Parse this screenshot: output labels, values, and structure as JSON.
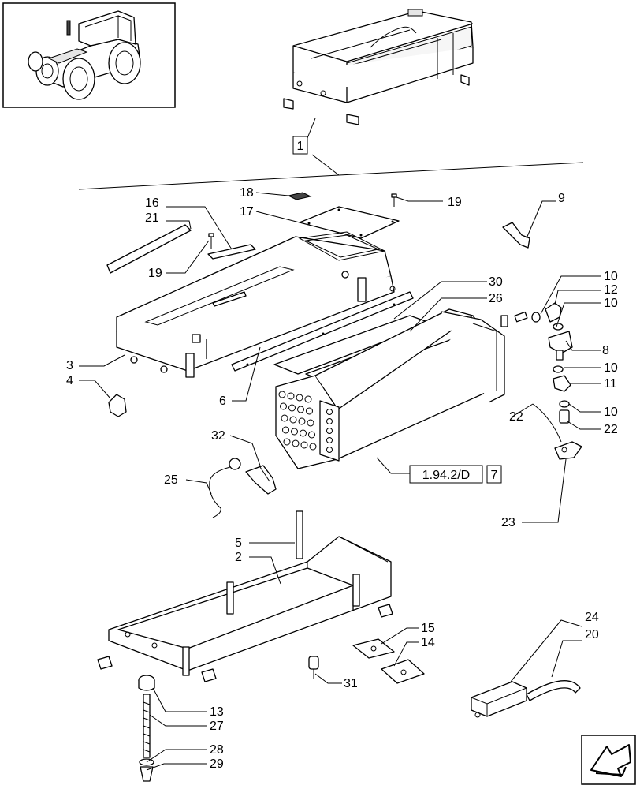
{
  "callouts": [
    {
      "id": "c1",
      "text": "1",
      "boxed": true
    },
    {
      "id": "c18",
      "text": "18"
    },
    {
      "id": "c19a",
      "text": "19"
    },
    {
      "id": "c17",
      "text": "17"
    },
    {
      "id": "c9",
      "text": "9"
    },
    {
      "id": "c16",
      "text": "16"
    },
    {
      "id": "c21",
      "text": "21"
    },
    {
      "id": "c19b",
      "text": "19"
    },
    {
      "id": "c10a",
      "text": "10"
    },
    {
      "id": "c12",
      "text": "12"
    },
    {
      "id": "c30",
      "text": "30"
    },
    {
      "id": "c26",
      "text": "26"
    },
    {
      "id": "c10b",
      "text": "10"
    },
    {
      "id": "c8",
      "text": "8"
    },
    {
      "id": "c10c",
      "text": "10"
    },
    {
      "id": "c11",
      "text": "11"
    },
    {
      "id": "c3",
      "text": "3"
    },
    {
      "id": "c4",
      "text": "4"
    },
    {
      "id": "c6",
      "text": "6"
    },
    {
      "id": "c22a",
      "text": "22"
    },
    {
      "id": "c10d",
      "text": "10"
    },
    {
      "id": "c22b",
      "text": "22"
    },
    {
      "id": "c32",
      "text": "32"
    },
    {
      "id": "cref",
      "text": "1.94.2/D",
      "boxed": true
    },
    {
      "id": "c7",
      "text": "7",
      "boxed": true
    },
    {
      "id": "c25",
      "text": "25"
    },
    {
      "id": "c23",
      "text": "23"
    },
    {
      "id": "c5",
      "text": "5"
    },
    {
      "id": "c2",
      "text": "2"
    },
    {
      "id": "c24",
      "text": "24"
    },
    {
      "id": "c20",
      "text": "20"
    },
    {
      "id": "c15",
      "text": "15"
    },
    {
      "id": "c14",
      "text": "14"
    },
    {
      "id": "c31",
      "text": "31"
    },
    {
      "id": "c13",
      "text": "13"
    },
    {
      "id": "c27",
      "text": "27"
    },
    {
      "id": "c28",
      "text": "28"
    },
    {
      "id": "c29",
      "text": "29"
    }
  ],
  "icons": {
    "thumbnail": "tractor-icon",
    "navigation": "arrow-back-icon"
  }
}
